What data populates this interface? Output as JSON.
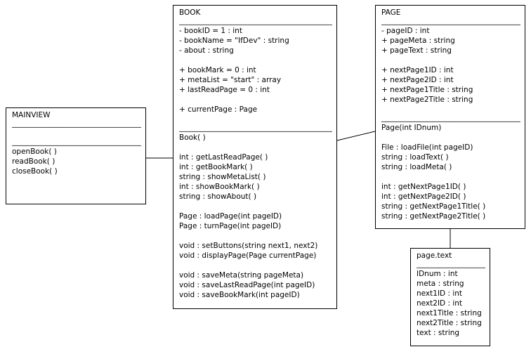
{
  "diagram": {
    "separator": "____________________________________________________",
    "mainview": {
      "title": "MAINVIEW",
      "methods": [
        "openBook( )",
        "readBook( )",
        "closeBook( )"
      ]
    },
    "book": {
      "title": "BOOK",
      "attributes_a": [
        "- bookID = 1 : int",
        "- bookName = \"IfDev\" : string",
        "- about : string"
      ],
      "attributes_b": [
        "+ bookMark = 0 : int",
        "+ metaList = \"start\" : array",
        "+ lastReadPage = 0 : int"
      ],
      "attributes_c": [
        "+ currentPage : Page"
      ],
      "constructor": "Book( )",
      "methods_a": [
        "int : getLastReadPage( )",
        "int : getBookMark( )",
        "string : showMetaList( )",
        "int : showBookMark( )",
        "string : showAbout( )"
      ],
      "methods_b": [
        "Page : loadPage(int pageID)",
        "Page : turnPage(int pageID)"
      ],
      "methods_c": [
        "void : setButtons(string next1, next2)",
        "void : displayPage(Page currentPage)"
      ],
      "methods_d": [
        "void : saveMeta(string pageMeta)",
        "void : saveLastReadPage(int pageID)",
        "void : saveBookMark(int pageID)"
      ]
    },
    "page": {
      "title": "PAGE",
      "attributes_a": [
        "- pageID : int",
        "+ pageMeta : string",
        "+ pageText : string"
      ],
      "attributes_b": [
        "+ nextPage1ID : int",
        "+ nextPage2ID : int",
        "+ nextPage1Title : string",
        "+ nextPage2Title : string"
      ],
      "constructor": "Page(int IDnum)",
      "methods_a": [
        "File : loadFile(int pageID)",
        "string : loadText( )",
        "string : loadMeta( )"
      ],
      "methods_b": [
        "int : getNextPage1ID( )",
        "int : getNextPage2ID( )",
        "string : getNextPage1Title( )",
        "string : getNextPage2Title( )"
      ]
    },
    "page_text": {
      "title": "page.text",
      "fields": [
        "IDnum : int",
        "meta : string",
        "next1ID : int",
        "next2ID : int",
        "next1Title : string",
        "next2Title : string",
        "text : string"
      ]
    }
  }
}
